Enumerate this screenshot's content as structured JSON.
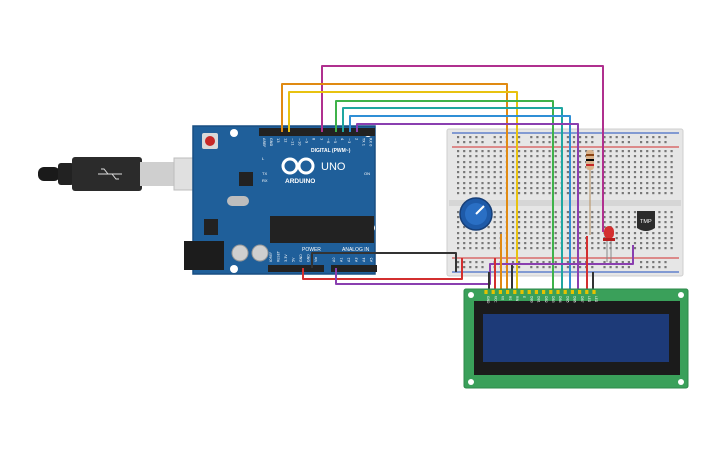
{
  "arduino": {
    "brand": "ARDUINO",
    "model": "UNO",
    "digital_label": "DIGITAL (PWM~)",
    "power_label": "POWER",
    "analog_label": "ANALOG IN",
    "on_label": "ON",
    "l_label": "L",
    "tx_label": "TX",
    "rx_label": "RX",
    "digital_pins": [
      "AREF",
      "GND",
      "13",
      "12",
      "~11",
      "~10",
      "~9",
      "8",
      "7",
      "~6",
      "~5",
      "4",
      "~3",
      "2",
      "TX 1",
      "RX 0"
    ],
    "power_pins": [
      "IOREF",
      "RESET",
      "3.3V",
      "5V",
      "GND",
      "GND",
      "Vin"
    ],
    "analog_pins": [
      "A0",
      "A1",
      "A2",
      "A3",
      "A4",
      "A5"
    ]
  },
  "sensor": {
    "label": "TMP"
  },
  "lcd": {
    "pins": [
      "GND",
      "VCC",
      "V0",
      "RS",
      "RW",
      "E",
      "DB0",
      "DB1",
      "DB2",
      "DB3",
      "DB4",
      "DB5",
      "DB6",
      "DB7",
      "LED",
      "LED"
    ]
  },
  "colors": {
    "board": "#1f5f9a",
    "board_dark": "#184f82",
    "breadboard": "#e6e6e6",
    "lcd_pcb": "#3aa05a",
    "lcd_screen": "#1d3a78",
    "rail_red": "#d32f2f",
    "rail_blue": "#1e4fbf",
    "wire_magenta": "#b0308f",
    "wire_orange": "#e08a12",
    "wire_yellow": "#e8c210",
    "wire_green": "#3fb24a",
    "wire_teal": "#1fa6a0",
    "wire_blue": "#2f8fd6",
    "wire_purple": "#8a3fb0",
    "wire_red": "#d32f2f",
    "wire_black": "#333333"
  }
}
